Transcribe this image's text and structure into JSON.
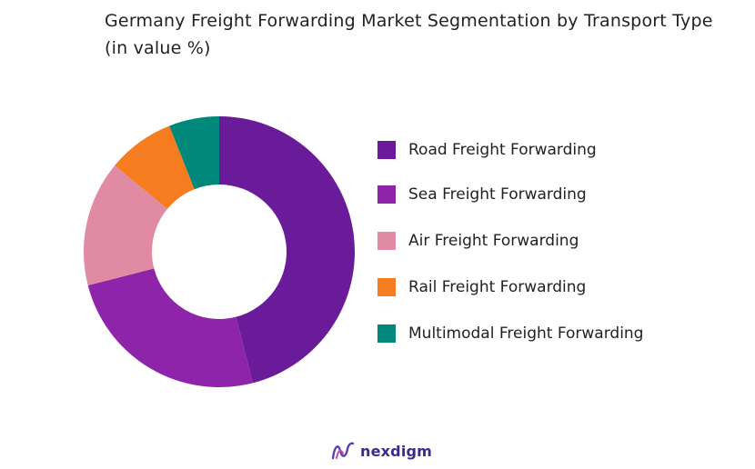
{
  "chart_data": {
    "type": "pie",
    "style": "donut",
    "title": "Germany Freight Forwarding Market  Segmentation by Transport Type (in value %)",
    "categories": [
      "Road Freight Forwarding",
      "Sea Freight Forwarding",
      "Air Freight Forwarding",
      "Rail Freight Forwarding",
      "Multimodal Freight Forwarding"
    ],
    "values": [
      46,
      25,
      15,
      8,
      6
    ],
    "colors": [
      "#6a1b9a",
      "#8e24aa",
      "#e08aa4",
      "#f57c1f",
      "#00897b"
    ],
    "legend_position": "right",
    "start_angle_deg": 0,
    "direction": "clockwise"
  },
  "brand": {
    "name": "nexdigm",
    "logo_icon": "nexdigm-logo-icon"
  }
}
